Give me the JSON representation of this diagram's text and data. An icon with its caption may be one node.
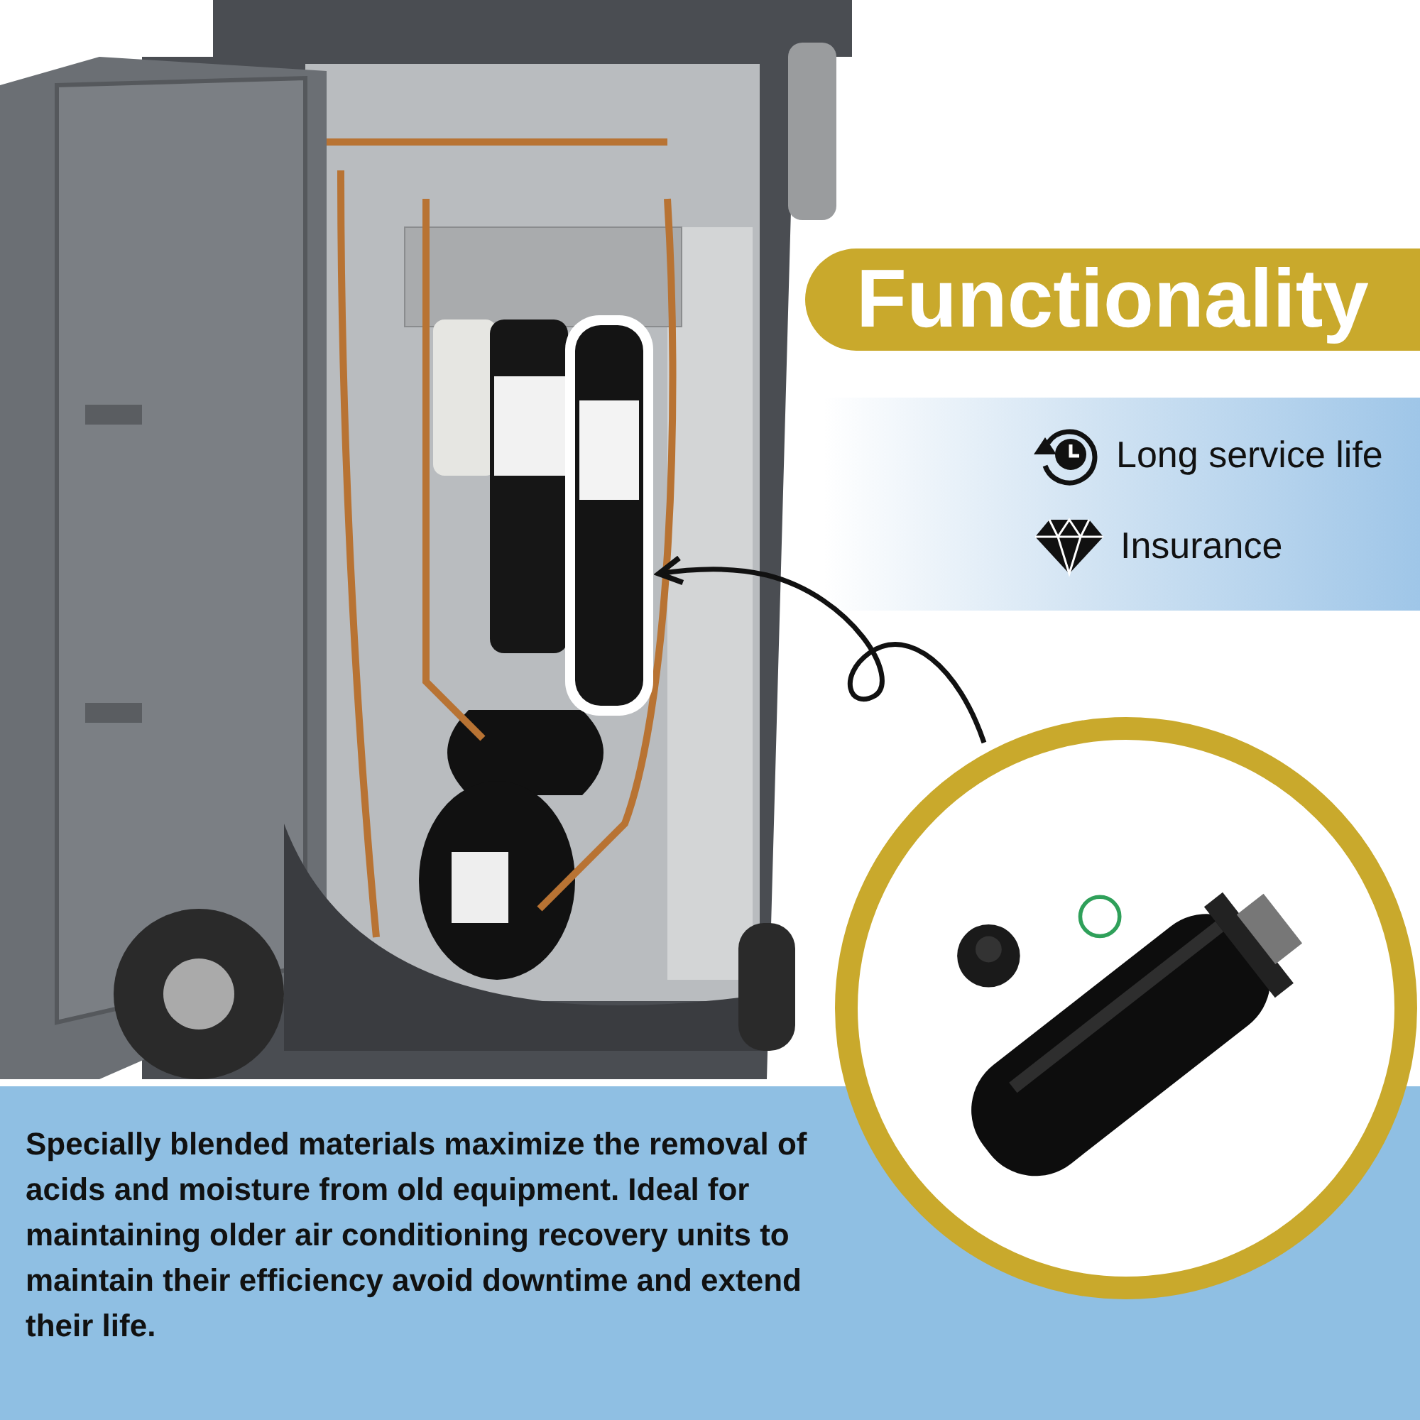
{
  "diagram": {
    "title": "Functionality",
    "nodes": [
      {
        "text": [],
        "shape": "picture"
      },
      {
        "text": [],
        "shape": "circle"
      }
    ],
    "edges": [
      {
        "from": 1,
        "to": 0,
        "arrow": "to"
      }
    ],
    "labels": [
      "Long service life",
      "Insurance",
      "Specially blended materials maximize the removal of acids and moisture from old equipment. Ideal for maintaining older air conditioning recovery units to maintain their efficiency avoid downtime and extend their life."
    ]
  }
}
